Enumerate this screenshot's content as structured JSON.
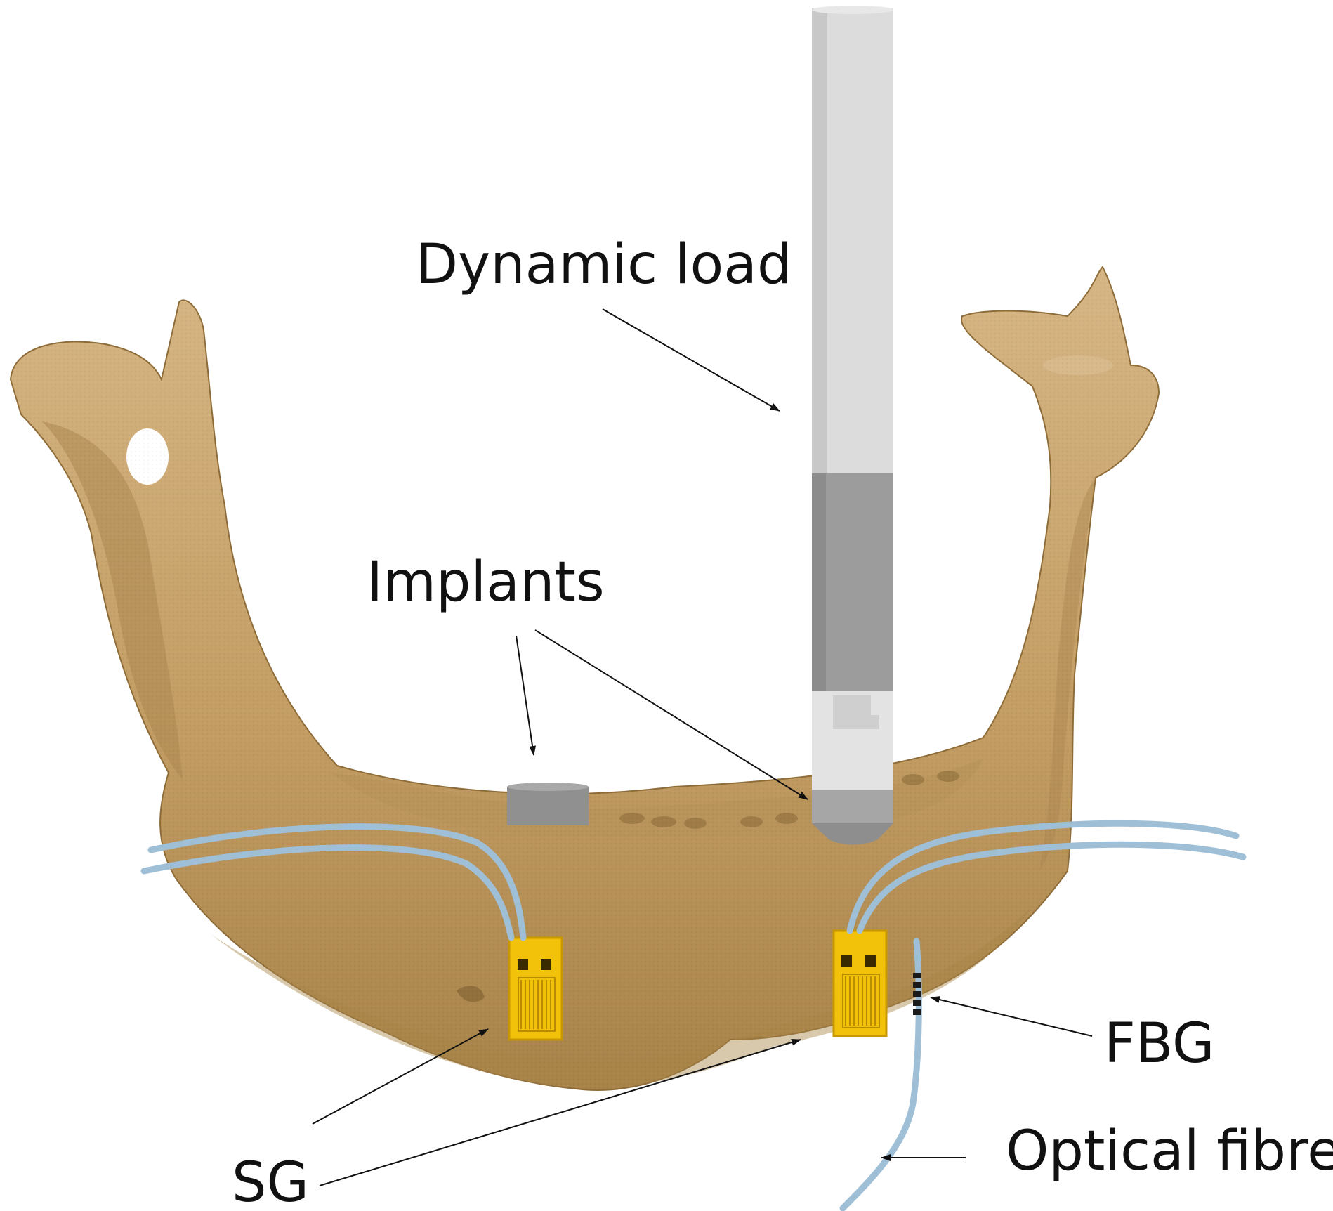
{
  "labels": {
    "dynamic_load": "Dynamic load",
    "implants": "Implants",
    "fbg": "FBG",
    "sg": "SG",
    "optical_fibre": "Optical fibre"
  },
  "colors": {
    "bone": "#c39d63",
    "bone_dark": "#a78249",
    "bone_light": "#d6b685",
    "fibre": "#9fbfd7",
    "gauge": "#f2c20b",
    "gauge_edge": "#c99700",
    "cylinder_light": "#dedede",
    "cylinder_mid": "#9f9f9f",
    "implant": "#8f8f8f"
  }
}
